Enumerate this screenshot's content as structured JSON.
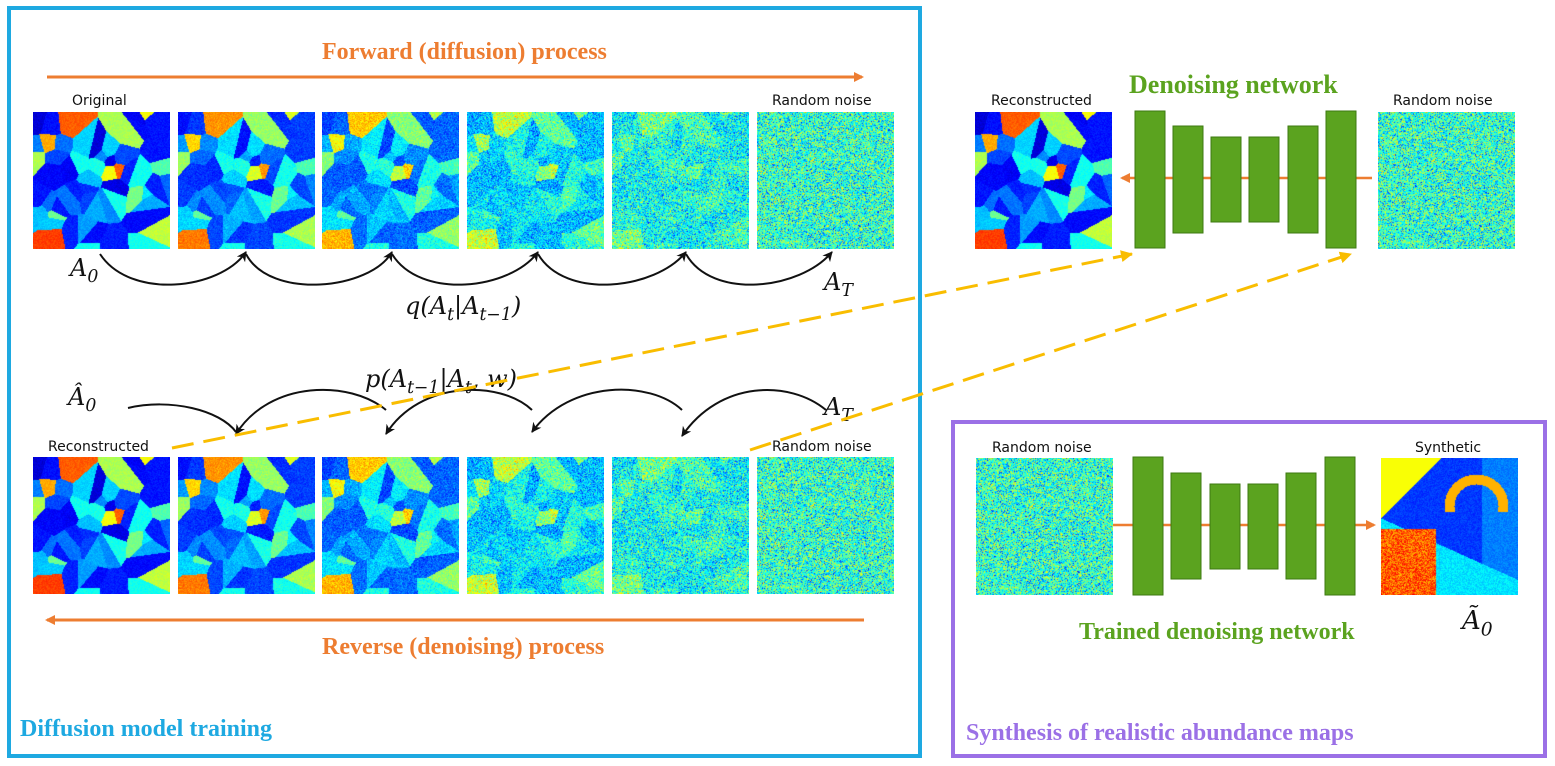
{
  "training": {
    "section_label": "Diffusion model training",
    "forward_title": "Forward (diffusion) process",
    "reverse_title": "Reverse (denoising) process",
    "forward_row": {
      "first_label": "Original",
      "last_label": "Random noise",
      "start_symbol": "A",
      "start_sub": "0",
      "end_symbol": "A",
      "end_sub": "T",
      "transition_formula": "q(At|At−1)",
      "noise_levels": [
        0.0,
        0.15,
        0.3,
        0.6,
        0.82,
        1.0
      ]
    },
    "reverse_row": {
      "first_label": "Reconstructed",
      "last_label": "Random noise",
      "start_symbol": "Â",
      "start_sub": "0",
      "end_symbol": "A",
      "end_sub": "T",
      "transition_formula": "p(At−1|At, w)",
      "noise_levels": [
        0.0,
        0.15,
        0.3,
        0.6,
        0.82,
        1.0
      ]
    }
  },
  "denoising": {
    "title": "Denoising network",
    "input_label": "Random noise",
    "output_label": "Reconstructed"
  },
  "synthesis": {
    "section_label": "Synthesis of realistic abundance maps",
    "network_title": "Trained denoising network",
    "input_label": "Random noise",
    "output_label": "Synthetic",
    "output_symbol": "Ã",
    "output_sub": "0"
  },
  "colors": {
    "training_border": "#1ea9e1",
    "synthesis_border": "#9b70e6",
    "orange_arrow": "#ed7d31",
    "network_green": "#5ba31f",
    "training_label": "#1ea9e1",
    "synthesis_label": "#9b70e6",
    "network_title": "#5ba31f",
    "dashed_link": "#f9bd00"
  }
}
